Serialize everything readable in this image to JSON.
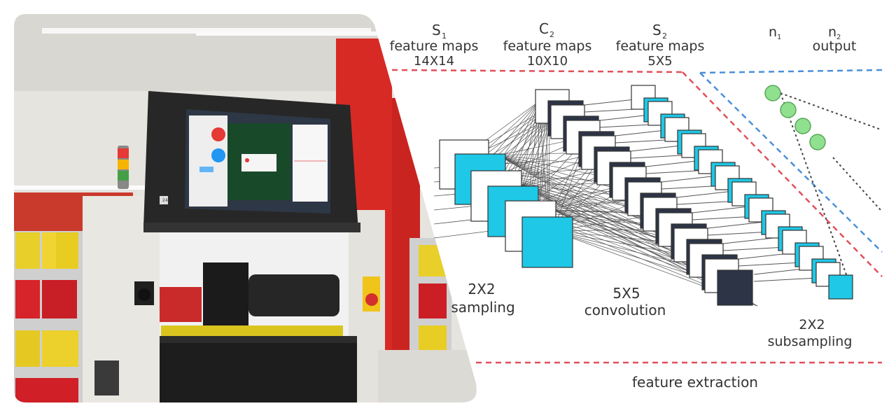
{
  "photo": {
    "screen_title": "AOI Inspection",
    "machine_badge": "24"
  },
  "diagram": {
    "labels": {
      "s1": {
        "letter": "S",
        "sub": "1",
        "line1": "feature maps",
        "line2": "14X14"
      },
      "c2": {
        "letter": "C",
        "sub": "2",
        "line1": "feature maps",
        "line2": "10X10"
      },
      "s2": {
        "letter": "S",
        "sub": "2",
        "line1": "feature maps",
        "line2": "5X5"
      },
      "n1": {
        "letter": "n",
        "sub": "1"
      },
      "n2": {
        "letter": "n",
        "sub": "2",
        "line1": "output"
      }
    },
    "bottom_labels": {
      "sampling_a": "2X2",
      "sampling_b": "sampling",
      "conv_a": "5X5",
      "conv_b": "convolution",
      "subs_a": "2X2",
      "subs_b": "subsampling",
      "extraction": "feature extraction"
    },
    "colors": {
      "cyan": "#1ec8e6",
      "navy": "#2d3446",
      "red_dash": "#e0505a",
      "blue_dash": "#4a90d9",
      "node_green": "#8fe08f"
    }
  }
}
